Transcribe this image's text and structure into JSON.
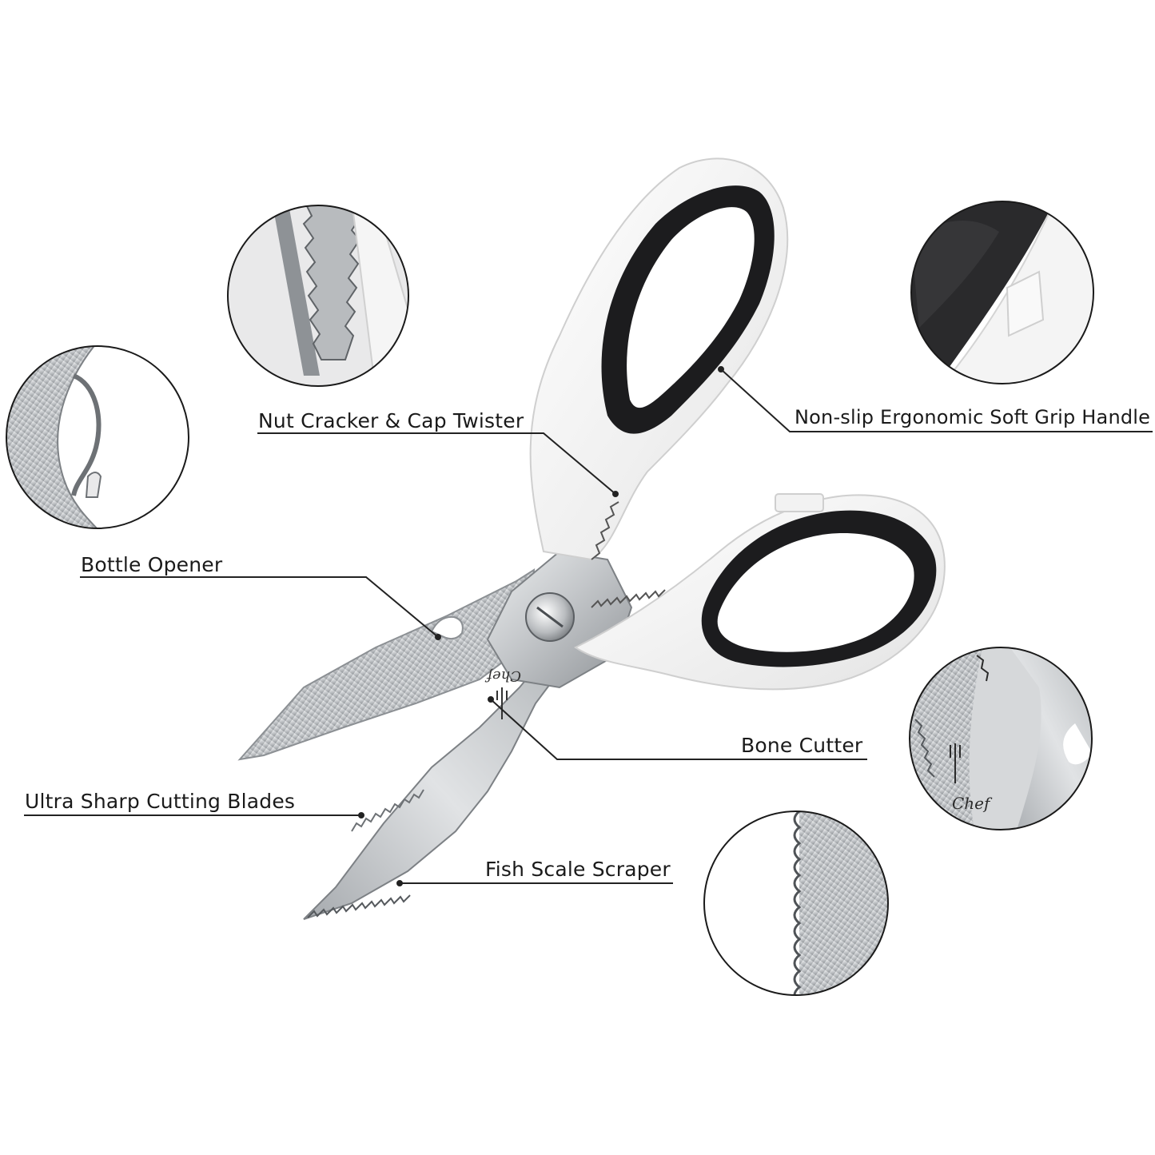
{
  "callouts": {
    "nut_cracker": "Nut Cracker & Cap Twister",
    "grip_handle": "Non-slip Ergonomic Soft Grip Handle",
    "bottle_opener": "Bottle Opener",
    "bone_cutter": "Bone Cutter",
    "cutting_blades": "Ultra Sharp Cutting Blades",
    "fish_scale": "Fish Scale Scraper"
  },
  "colors": {
    "handle_white": "#f7f7f7",
    "handle_black": "#1c1c1e",
    "steel_light": "#d9dbdd",
    "steel_dark": "#8b8f93",
    "line": "#222222"
  },
  "brand_mark": "Chef"
}
